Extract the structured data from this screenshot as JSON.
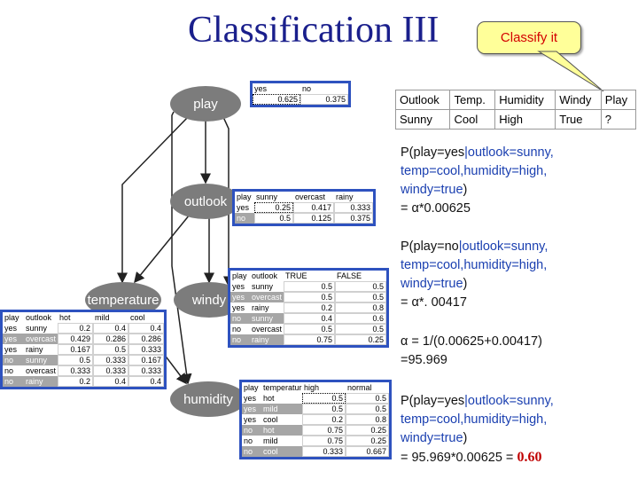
{
  "title": "Classification III",
  "callout": "Classify it",
  "nodes": {
    "play": "play",
    "outlook": "outlook",
    "temperature": "temperature",
    "windy": "windy",
    "humidity": "humidity"
  },
  "cpt_play": {
    "headers": [
      "yes",
      "no"
    ],
    "values": [
      "0.625",
      "0.375"
    ]
  },
  "cpt_outlook": {
    "headers": [
      "play",
      "sunny",
      "overcast",
      "rainy"
    ],
    "rows": [
      {
        "label": "yes",
        "values": [
          "0.25",
          "0.417",
          "0.333"
        ]
      },
      {
        "label": "no",
        "values": [
          "0.5",
          "0.125",
          "0.375"
        ]
      }
    ]
  },
  "cpt_windy": {
    "headers": [
      "play",
      "outlook",
      "TRUE",
      "FALSE"
    ],
    "rows": [
      {
        "a": "yes",
        "b": "sunny",
        "values": [
          "0.5",
          "0.5"
        ]
      },
      {
        "a": "yes",
        "b": "overcast",
        "values": [
          "0.5",
          "0.5"
        ]
      },
      {
        "a": "yes",
        "b": "rainy",
        "values": [
          "0.2",
          "0.8"
        ]
      },
      {
        "a": "no",
        "b": "sunny",
        "values": [
          "0.4",
          "0.6"
        ]
      },
      {
        "a": "no",
        "b": "overcast",
        "values": [
          "0.5",
          "0.5"
        ]
      },
      {
        "a": "no",
        "b": "rainy",
        "values": [
          "0.75",
          "0.25"
        ]
      }
    ]
  },
  "cpt_temperature": {
    "headers": [
      "play",
      "outlook",
      "hot",
      "mild",
      "cool"
    ],
    "rows": [
      {
        "a": "yes",
        "b": "sunny",
        "values": [
          "0.2",
          "0.4",
          "0.4"
        ]
      },
      {
        "a": "yes",
        "b": "overcast",
        "values": [
          "0.429",
          "0.286",
          "0.286"
        ]
      },
      {
        "a": "yes",
        "b": "rainy",
        "values": [
          "0.167",
          "0.5",
          "0.333"
        ]
      },
      {
        "a": "no",
        "b": "sunny",
        "values": [
          "0.5",
          "0.333",
          "0.167"
        ]
      },
      {
        "a": "no",
        "b": "overcast",
        "values": [
          "0.333",
          "0.333",
          "0.333"
        ]
      },
      {
        "a": "no",
        "b": "rainy",
        "values": [
          "0.2",
          "0.4",
          "0.4"
        ]
      }
    ]
  },
  "cpt_humidity": {
    "headers": [
      "play",
      "temperature",
      "high",
      "normal"
    ],
    "rows": [
      {
        "a": "yes",
        "b": "hot",
        "values": [
          "0.5",
          "0.5"
        ]
      },
      {
        "a": "yes",
        "b": "mild",
        "values": [
          "0.5",
          "0.5"
        ]
      },
      {
        "a": "yes",
        "b": "cool",
        "values": [
          "0.2",
          "0.8"
        ]
      },
      {
        "a": "no",
        "b": "hot",
        "values": [
          "0.75",
          "0.25"
        ]
      },
      {
        "a": "no",
        "b": "mild",
        "values": [
          "0.75",
          "0.25"
        ]
      },
      {
        "a": "no",
        "b": "cool",
        "values": [
          "0.333",
          "0.667"
        ]
      }
    ]
  },
  "instance": {
    "headers": [
      "Outlook",
      "Temp.",
      "Humidity",
      "Windy",
      "Play"
    ],
    "values": [
      "Sunny",
      "Cool",
      "High",
      "True",
      "?"
    ]
  },
  "calc": {
    "b1": {
      "pre": "P(play=yes",
      "bar": "|",
      "post": "outlook=sunny,",
      "line2": "temp=cool,humidity=high,",
      "line3_pre": "windy=true",
      "line3_close": ")",
      "line4": "= α*0.00625"
    },
    "b2": {
      "pre": "P(play=no",
      "bar": "|",
      "post": "outlook=sunny,",
      "line2": "temp=cool,humidity=high,",
      "line3_pre": "windy=true",
      "line3_close": ")",
      "line4": "= α*. 00417"
    },
    "b3": {
      "line1": "α = 1/(0.00625+0.00417)",
      "line2": "=95.969"
    },
    "b4": {
      "pre": "P(play=yes",
      "bar": "|",
      "post": "outlook=sunny,",
      "line2": "temp=cool,humidity=high,",
      "line3_pre": "windy=true",
      "line3_close": ")",
      "line4": "= 95.969*0.00625 = ",
      "result": "0.60"
    }
  },
  "colors": {
    "title": "#1a1f8c",
    "node": "#7c7c7c",
    "cpt_border": "#2e52bf",
    "callout_bg": "#ffff99",
    "callout_text": "#d40000",
    "result": "#c00000"
  }
}
